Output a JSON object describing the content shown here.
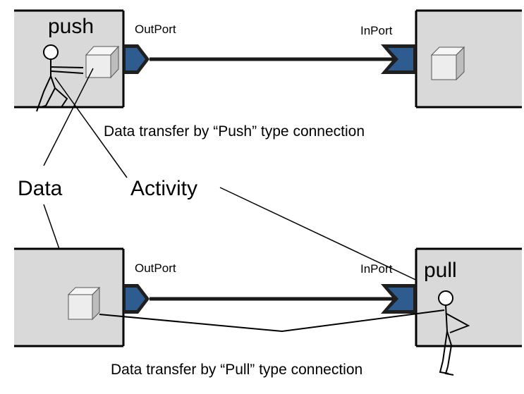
{
  "top": {
    "actor_label": "push",
    "outport_label": "OutPort",
    "inport_label": "InPort",
    "caption": "Data transfer by “Push” type connection"
  },
  "bottom": {
    "actor_label": "pull",
    "outport_label": "OutPort",
    "inport_label": "InPort",
    "caption": "Data transfer by “Pull” type connection"
  },
  "legend": {
    "data_label": "Data",
    "activity_label": "Activity"
  },
  "colors": {
    "component_fill": "#d9d9d9",
    "port_fill": "#2e5c8e",
    "arrow": "#1a1a1a",
    "cube_face": "#ededed"
  }
}
